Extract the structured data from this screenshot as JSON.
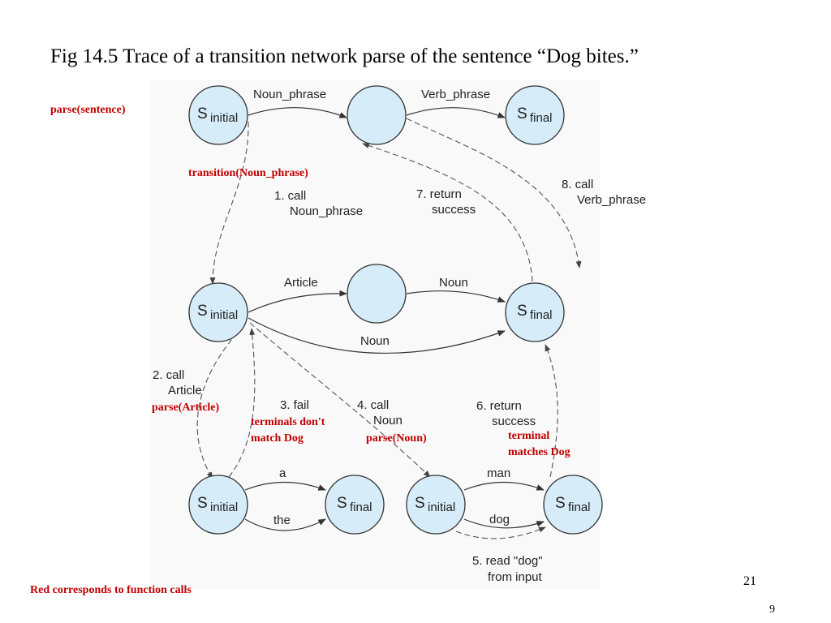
{
  "title": "Fig 14.5 Trace of a transition network parse of the sentence “Dog bites.”",
  "states": {
    "s": "S",
    "initial": "initial",
    "final": "final"
  },
  "arcs": {
    "noun_phrase": "Noun_phrase",
    "verb_phrase": "Verb_phrase",
    "article": "Article",
    "noun_top": "Noun",
    "noun_bottom": "Noun",
    "a": "a",
    "the": "the",
    "man": "man",
    "dog": "dog"
  },
  "steps": {
    "s1_line1": "1. call",
    "s1_line2": "Noun_phrase",
    "s2_line1": "2. call",
    "s2_line2": "Article",
    "s3_line1": "3. fail",
    "s4_line1": "4. call",
    "s4_line2": "Noun",
    "s5_line1": "5. read \"dog\"",
    "s5_line2": "from input",
    "s6_line1": "6. return",
    "s6_line2": "success",
    "s7_line1": "7. return",
    "s7_line2": "success",
    "s8_line1": "8. call",
    "s8_line2": "Verb_phrase"
  },
  "red_labels": {
    "parse_sentence": "parse(sentence)",
    "transition_np": "transition(Noun_phrase)",
    "parse_article": "parse(Article)",
    "terminals_line1": "terminals don't",
    "terminals_line2": "match Dog",
    "parse_noun": "parse(Noun)",
    "terminal_line1": "terminal",
    "terminal_line2": "matches Dog",
    "legend": "Red corresponds to function calls"
  },
  "page_numbers": {
    "slide": "21",
    "page": "9"
  },
  "colors": {
    "function_call_red": "#c00000",
    "state_fill": "#d6ecf8"
  }
}
